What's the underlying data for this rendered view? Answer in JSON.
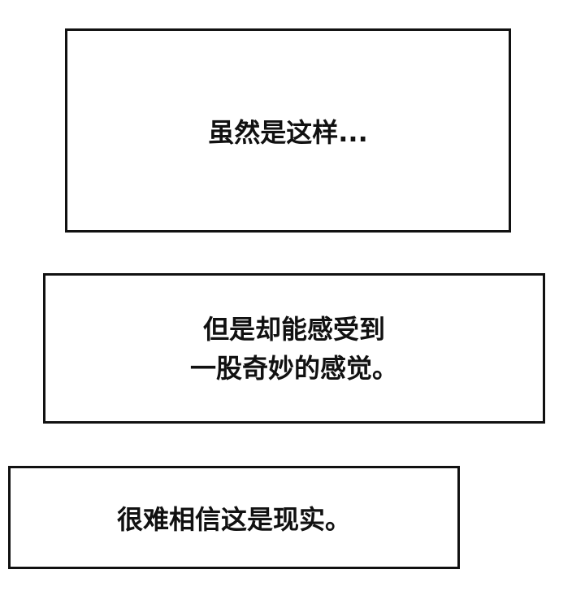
{
  "captions": [
    {
      "lines": [
        "虽然是这样..."
      ]
    },
    {
      "lines": [
        "但是却能感受到",
        "一股奇妙的感觉。"
      ]
    },
    {
      "lines": [
        "很难相信这是现实。"
      ]
    }
  ],
  "colors": {
    "border": "#111111",
    "background": "#ffffff",
    "text": "#111111"
  }
}
